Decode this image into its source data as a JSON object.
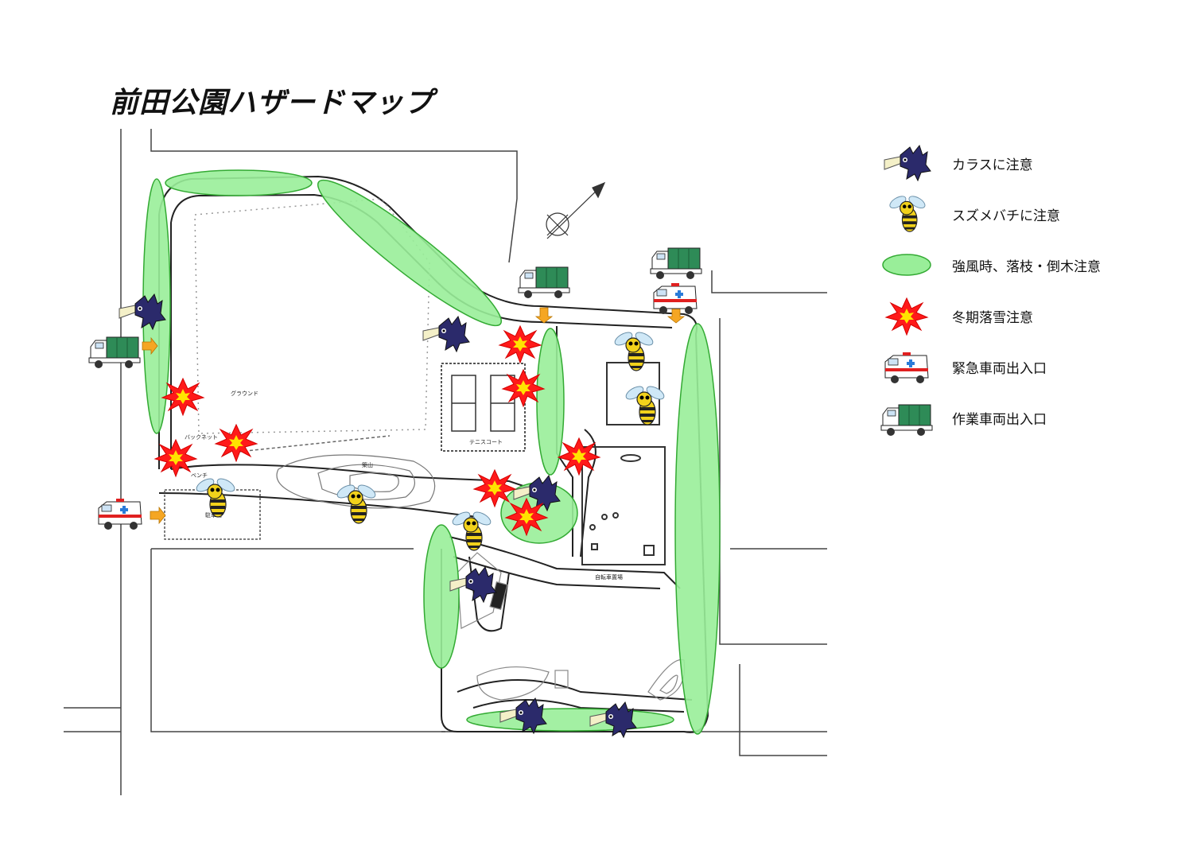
{
  "title": "前田公園ハザードマップ",
  "map": {
    "labels": {
      "ground": "グラウンド",
      "tennis_court": "テニスコート",
      "backnet": "バックネット",
      "bench": "ベンチ",
      "mound": "築山",
      "parking": "駐車場",
      "bicycle_parking": "自転車置場"
    },
    "colors": {
      "strong_wind_zone": "#99ee99",
      "strong_wind_outline": "#33aa33",
      "snow_fill": "#ff1a1a",
      "snow_inner": "#ffe400",
      "crow_body": "#2b2a6b",
      "wasp_body": "#f2d21b",
      "arrow": "#f5a623",
      "truck_cargo": "#2e8b57"
    }
  },
  "legend": [
    {
      "icon": "crow-icon",
      "label": "カラスに注意"
    },
    {
      "icon": "wasp-icon",
      "label": "スズメバチに注意"
    },
    {
      "icon": "tree-zone-icon",
      "label": "強風時、落枝・倒木注意"
    },
    {
      "icon": "snow-burst-icon",
      "label": "冬期落雪注意"
    },
    {
      "icon": "ambulance-icon",
      "label": "緊急車両出入口"
    },
    {
      "icon": "truck-icon",
      "label": "作業車両出入口"
    }
  ]
}
